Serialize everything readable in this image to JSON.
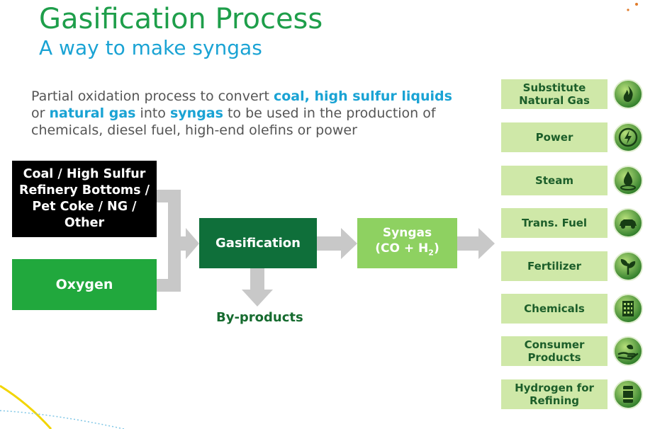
{
  "header": {
    "title": "Gasification Process",
    "subtitle": "A way to make syngas"
  },
  "description": {
    "t1": "Partial oxidation process to convert ",
    "h1": "coal, high sulfur liquids",
    "t2": " or ",
    "h2": "natural gas",
    "t3": " into ",
    "h3": "syngas",
    "t4": " to be used in the production of chemicals, diesel fuel, high-end olefins or power"
  },
  "flow": {
    "feed_lines": [
      "Coal / High Sulfur",
      "Refinery Bottoms /",
      "Pet Coke / NG /",
      "Other"
    ],
    "oxygen": "Oxygen",
    "gasification": "Gasification",
    "syngas_line1": "Syngas",
    "syngas_line2_prefix": "(CO + H",
    "syngas_line2_sub": "2",
    "syngas_line2_suffix": ")",
    "byproducts": "By-products"
  },
  "products": [
    {
      "line1": "Substitute",
      "line2": "Natural Gas",
      "icon": "flame-icon"
    },
    {
      "line1": "Power",
      "line2": "",
      "icon": "lightning-icon"
    },
    {
      "line1": "Steam",
      "line2": "",
      "icon": "droplet-icon"
    },
    {
      "line1": "Trans. Fuel",
      "line2": "",
      "icon": "car-icon"
    },
    {
      "line1": "Fertilizer",
      "line2": "",
      "icon": "plant-icon"
    },
    {
      "line1": "Chemicals",
      "line2": "",
      "icon": "building-icon"
    },
    {
      "line1": "Consumer",
      "line2": "Products",
      "icon": "hand-icon"
    },
    {
      "line1": "Hydrogen for",
      "line2": "Refining",
      "icon": "barrel-icon"
    }
  ],
  "colors": {
    "title_green": "#1e9e4a",
    "accent_blue": "#1aa3d4",
    "dark_green": "#0f6f3a",
    "light_green": "#8ed161",
    "product_bg": "#cfe8a8",
    "arrow_gray": "#c8c8c8"
  }
}
